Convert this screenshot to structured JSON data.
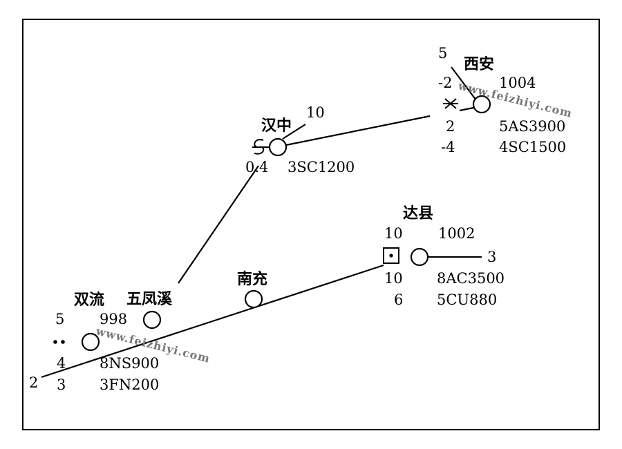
{
  "stations": {
    "xian": {
      "name": "西安",
      "wind_speed": "5",
      "temp": "-2",
      "pressure": "1004",
      "dewpoint": "2",
      "pressure_change": "-4",
      "cloud1": "5AS3900",
      "cloud2": "4SC1500",
      "weather_icon": "asterisk-icon"
    },
    "hanzhong": {
      "name": "汉中",
      "wind_speed": "10",
      "visibility": "0.4",
      "cloud1": "3SC1200",
      "weather_icon": "smoke-haze-icon"
    },
    "daxian": {
      "name": "达县",
      "temp": "10",
      "pressure": "1002",
      "wind_speed": "3",
      "dewpoint": "10",
      "pressure_change": "6",
      "cloud1": "8AC3500",
      "cloud2": "5CU880",
      "weather_icon": "dotted-square-icon"
    },
    "nanchong": {
      "name": "南充"
    },
    "wufengxi": {
      "name": "五凤溪"
    },
    "shuangliu": {
      "name": "双流",
      "temp": "5",
      "pressure": "998",
      "dewpoint": "4",
      "wind_speed": "2",
      "pressure_change": "3",
      "cloud1": "8NS900",
      "cloud2": "3FN200",
      "weather_icon": "double-dot-icon"
    }
  },
  "watermark": "www.feizhiyi.com"
}
